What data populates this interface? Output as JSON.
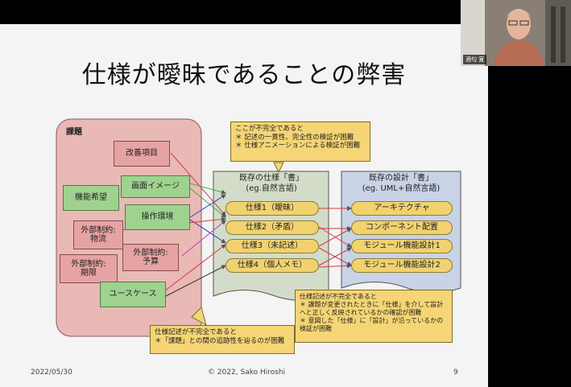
{
  "slide": {
    "title": "仕様が曖昧であることの弊害",
    "issues_panel": {
      "label": "課題",
      "items": [
        "改善項目",
        "画面イメージ",
        "機能希望",
        "操作環境",
        "外部制約:\n物流",
        "外部制約:\n予算",
        "外部制約:\n期限",
        "ユースケース"
      ]
    },
    "spec_doc": {
      "title_line1": "既存の仕様「書」",
      "title_line2": "(eg.自然言語)",
      "items": [
        "仕様1（曖昧）",
        "仕様2（矛盾）",
        "仕様3（未記述）",
        "仕様4（個人メモ）"
      ]
    },
    "design_doc": {
      "title_line1": "既存の設計「書」",
      "title_line2": "(eg. UML+自然言語)",
      "items": [
        "アーキテクチャ",
        "コンポーネント配置",
        "モジュール機能設計1",
        "モジュール機能設計2"
      ]
    },
    "notes": {
      "top": "ここが不完全であると\n＊ 記述の一貫性、完全性の検証が困難\n＊ 仕様アニメーションによる検証が困難",
      "right": "仕様記述が不完全であると\n＊ 課題が変更されたときに「仕様」を介して設計\n  へと正しく反映されているかの確認が困難\n＊ 意図した「仕様」に「設計」が沿っているかの\n  検証が困難",
      "bottom": "仕様記述が不完全であると\n＊「課題」との間の追跡性を辿るのが困難"
    },
    "footer": {
      "date": "2022/05/30",
      "copyright": "© 2022, Sako Hiroshi",
      "page": "9"
    },
    "colors": {
      "issue_panel": "#e9b9b6",
      "pink_box": "#e6a3a3",
      "green_box": "#9fd28f",
      "doc_bg": "#d3dcc8",
      "design_bg": "#c9d3e6",
      "pill": "#f1d26f",
      "note": "#f5d575"
    }
  },
  "video": {
    "name_tag": "酒匂 寛"
  }
}
